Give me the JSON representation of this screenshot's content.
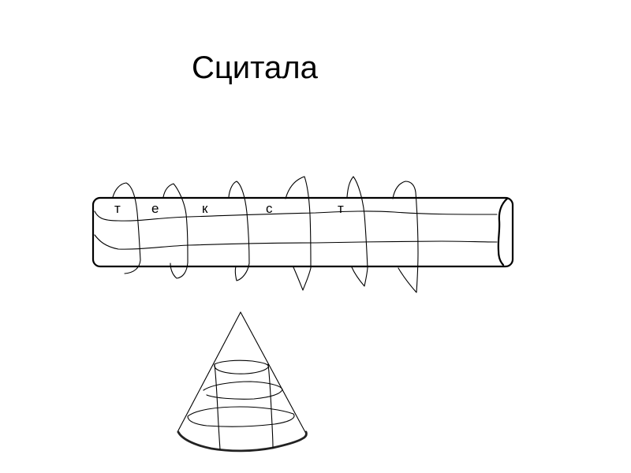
{
  "slide": {
    "title": "Сцитала"
  },
  "scytale_strip": {
    "letters": [
      "т",
      "е",
      "к",
      "с",
      "т"
    ]
  },
  "colors": {
    "background": "#ffffff",
    "ink": "#000000"
  }
}
